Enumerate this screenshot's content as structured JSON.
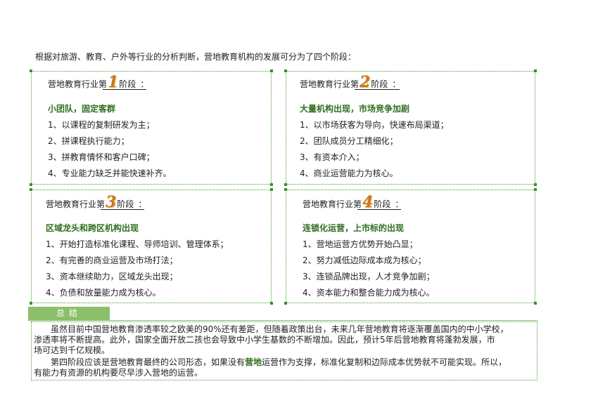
{
  "intro": "根据对旅游、教育、户外等行业的分析判断，营地教育机构的发展可分为了四个阶段：",
  "stages": [
    {
      "prefix": "营地教育行业第",
      "number": "1",
      "suffix": "阶段",
      "colon": "：",
      "heading": "小团队，固定客群",
      "items": [
        "1、以课程的复制研发为主；",
        "2、拼课程执行能力；",
        "3、拼教育情怀和客户口碑；",
        "4、专业能力缺乏并能快速补齐。"
      ]
    },
    {
      "prefix": "营地教育行业第",
      "number": "2",
      "suffix": "阶段",
      "colon": "：",
      "heading": "大量机构出现，市场竞争加剧",
      "items": [
        "1、以市场获客为导向，快速布局渠道；",
        "2、团队成员分工精细化；",
        "3、有资本介入；",
        "4、商业运营能力为核心。"
      ]
    },
    {
      "prefix": "营地教育行业第",
      "number": "3",
      "suffix": "阶段",
      "colon": "：",
      "heading": "区域龙头和跨区机构出现",
      "items": [
        "1、开始打造标准化课程、导师培训、管理体系；",
        "2、有完善的商业运营及市场打法；",
        "3、资本继续助力，区域龙头出现；",
        "4、负债和放量能力成为核心。"
      ]
    },
    {
      "prefix": "营地教育行业第",
      "number": "4",
      "suffix": "阶段",
      "colon": "：",
      "heading": "连锁化运营，上市标的出现",
      "items": [
        "1、营地运营方优势开始凸显；",
        "2、努力减低边际成本成为核心；",
        "3、连锁品牌出现，人才竞争加剧；",
        "4、资本能力和整合能力成为核心。"
      ]
    }
  ],
  "summary": {
    "tab": "总结",
    "lines": [
      "虽然目前中国营地教育渗透率较之欧美的90%还有差距，但随着政策出台，未来几年营地教育将逐渐覆盖国内的中小学校，",
      "渗透率将不断提高。此外，国家全面开放二孩也会导致中小学生基数的不断增加。因此，预计5年后营地教育将蓬勃发展，市",
      "场可达到千亿规模。"
    ],
    "p2_before": "第四阶段应该是营地教育最终的公司形态，如果没有",
    "p2_highlight": "营地",
    "p2_after": "运营作为支撑，标准化复制和边际成本优势就不可能实现。所以，",
    "p2_line2": "有能力有资源的机构要尽早涉入营地的运营。"
  },
  "colors": {
    "accent_green": "#2f6e1f",
    "tab_green": "#8cbf6a",
    "number_orange": "#c97a1c"
  }
}
